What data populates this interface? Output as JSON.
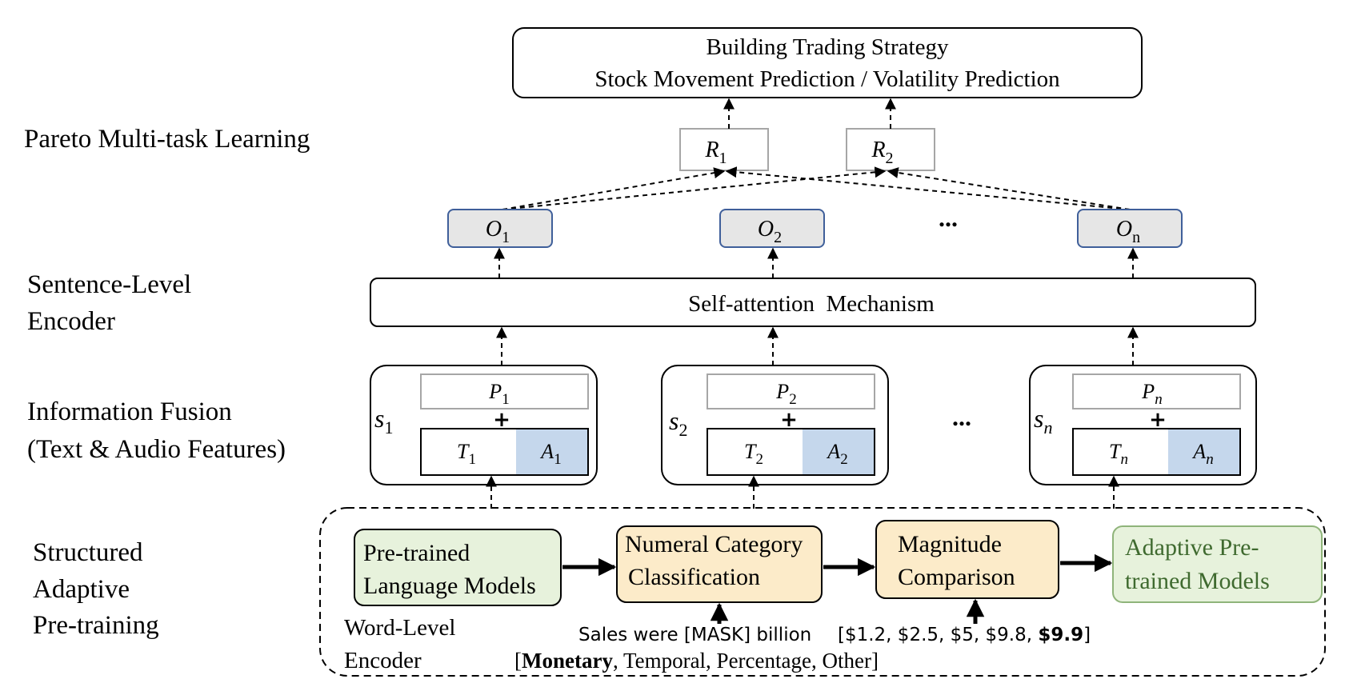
{
  "top_box": {
    "line1": "Building Trading Strategy",
    "line2": "Stock Movement Prediction / Volatility Prediction"
  },
  "layer_labels": {
    "pareto": "Pareto Multi-task Learning",
    "sentence_1": "Sentence-Level",
    "sentence_2": "Encoder",
    "fusion_1": "Information Fusion",
    "fusion_2": "(Text & Audio Features)",
    "structured_1": "Structured",
    "structured_2": "Adaptive",
    "structured_3": "Pre-training",
    "word_1": "Word-Level",
    "word_2": "Encoder"
  },
  "reward_nodes": [
    {
      "letter": "R",
      "sub": "1"
    },
    {
      "letter": "R",
      "sub": "2"
    }
  ],
  "output_nodes": [
    {
      "letter": "O",
      "sub": "1"
    },
    {
      "letter": "O",
      "sub": "2"
    },
    {
      "letter": "O",
      "sub": "n"
    }
  ],
  "ellipsis": "...",
  "self_attention": "Self-attention  Mechanism",
  "fusion_groups": [
    {
      "s": "s",
      "s_sub": "1",
      "p": "P",
      "p_sub": "1",
      "t": "T",
      "t_sub": "1",
      "a": "A",
      "a_sub": "1"
    },
    {
      "s": "s",
      "s_sub": "2",
      "p": "P",
      "p_sub": "2",
      "t": "T",
      "t_sub": "2",
      "a": "A",
      "a_sub": "2"
    },
    {
      "s": "s",
      "s_sub": "n",
      "p": "P",
      "p_sub": "n",
      "t": "T",
      "t_sub": "n",
      "a": "A",
      "a_sub": "n"
    }
  ],
  "plus": "+",
  "pipeline": {
    "pretrained_1": "Pre-trained",
    "pretrained_2": "Language Models",
    "numeral_1": "Numeral Category",
    "numeral_2": "Classification",
    "magnitude_1": "Magnitude",
    "magnitude_2": "Comparison",
    "adaptive_1": "Adaptive Pre-",
    "adaptive_2": "trained Models"
  },
  "annotations": {
    "mask_sentence": "Sales were [MASK] billion",
    "values_prefix": "[$1.2, $2.5, $5, $9.8, ",
    "values_bold": "$9.9",
    "values_suffix": "]",
    "category_open": "[",
    "category_bold": "Monetary",
    "category_rest": ", Temporal, Percentage, Other]"
  },
  "colors": {
    "output_fill": "#e6e6e6",
    "output_stroke": "#3f5f9a",
    "audio_fill": "#c5d7ec",
    "green_fill": "#e7f2dc",
    "green_stroke": "#8fb47a",
    "orange_fill": "#fcebc9",
    "orange_stroke": "#d2aa56",
    "adaptive_text": "#3f6a2f",
    "gray_stroke": "#a6a6a6"
  }
}
